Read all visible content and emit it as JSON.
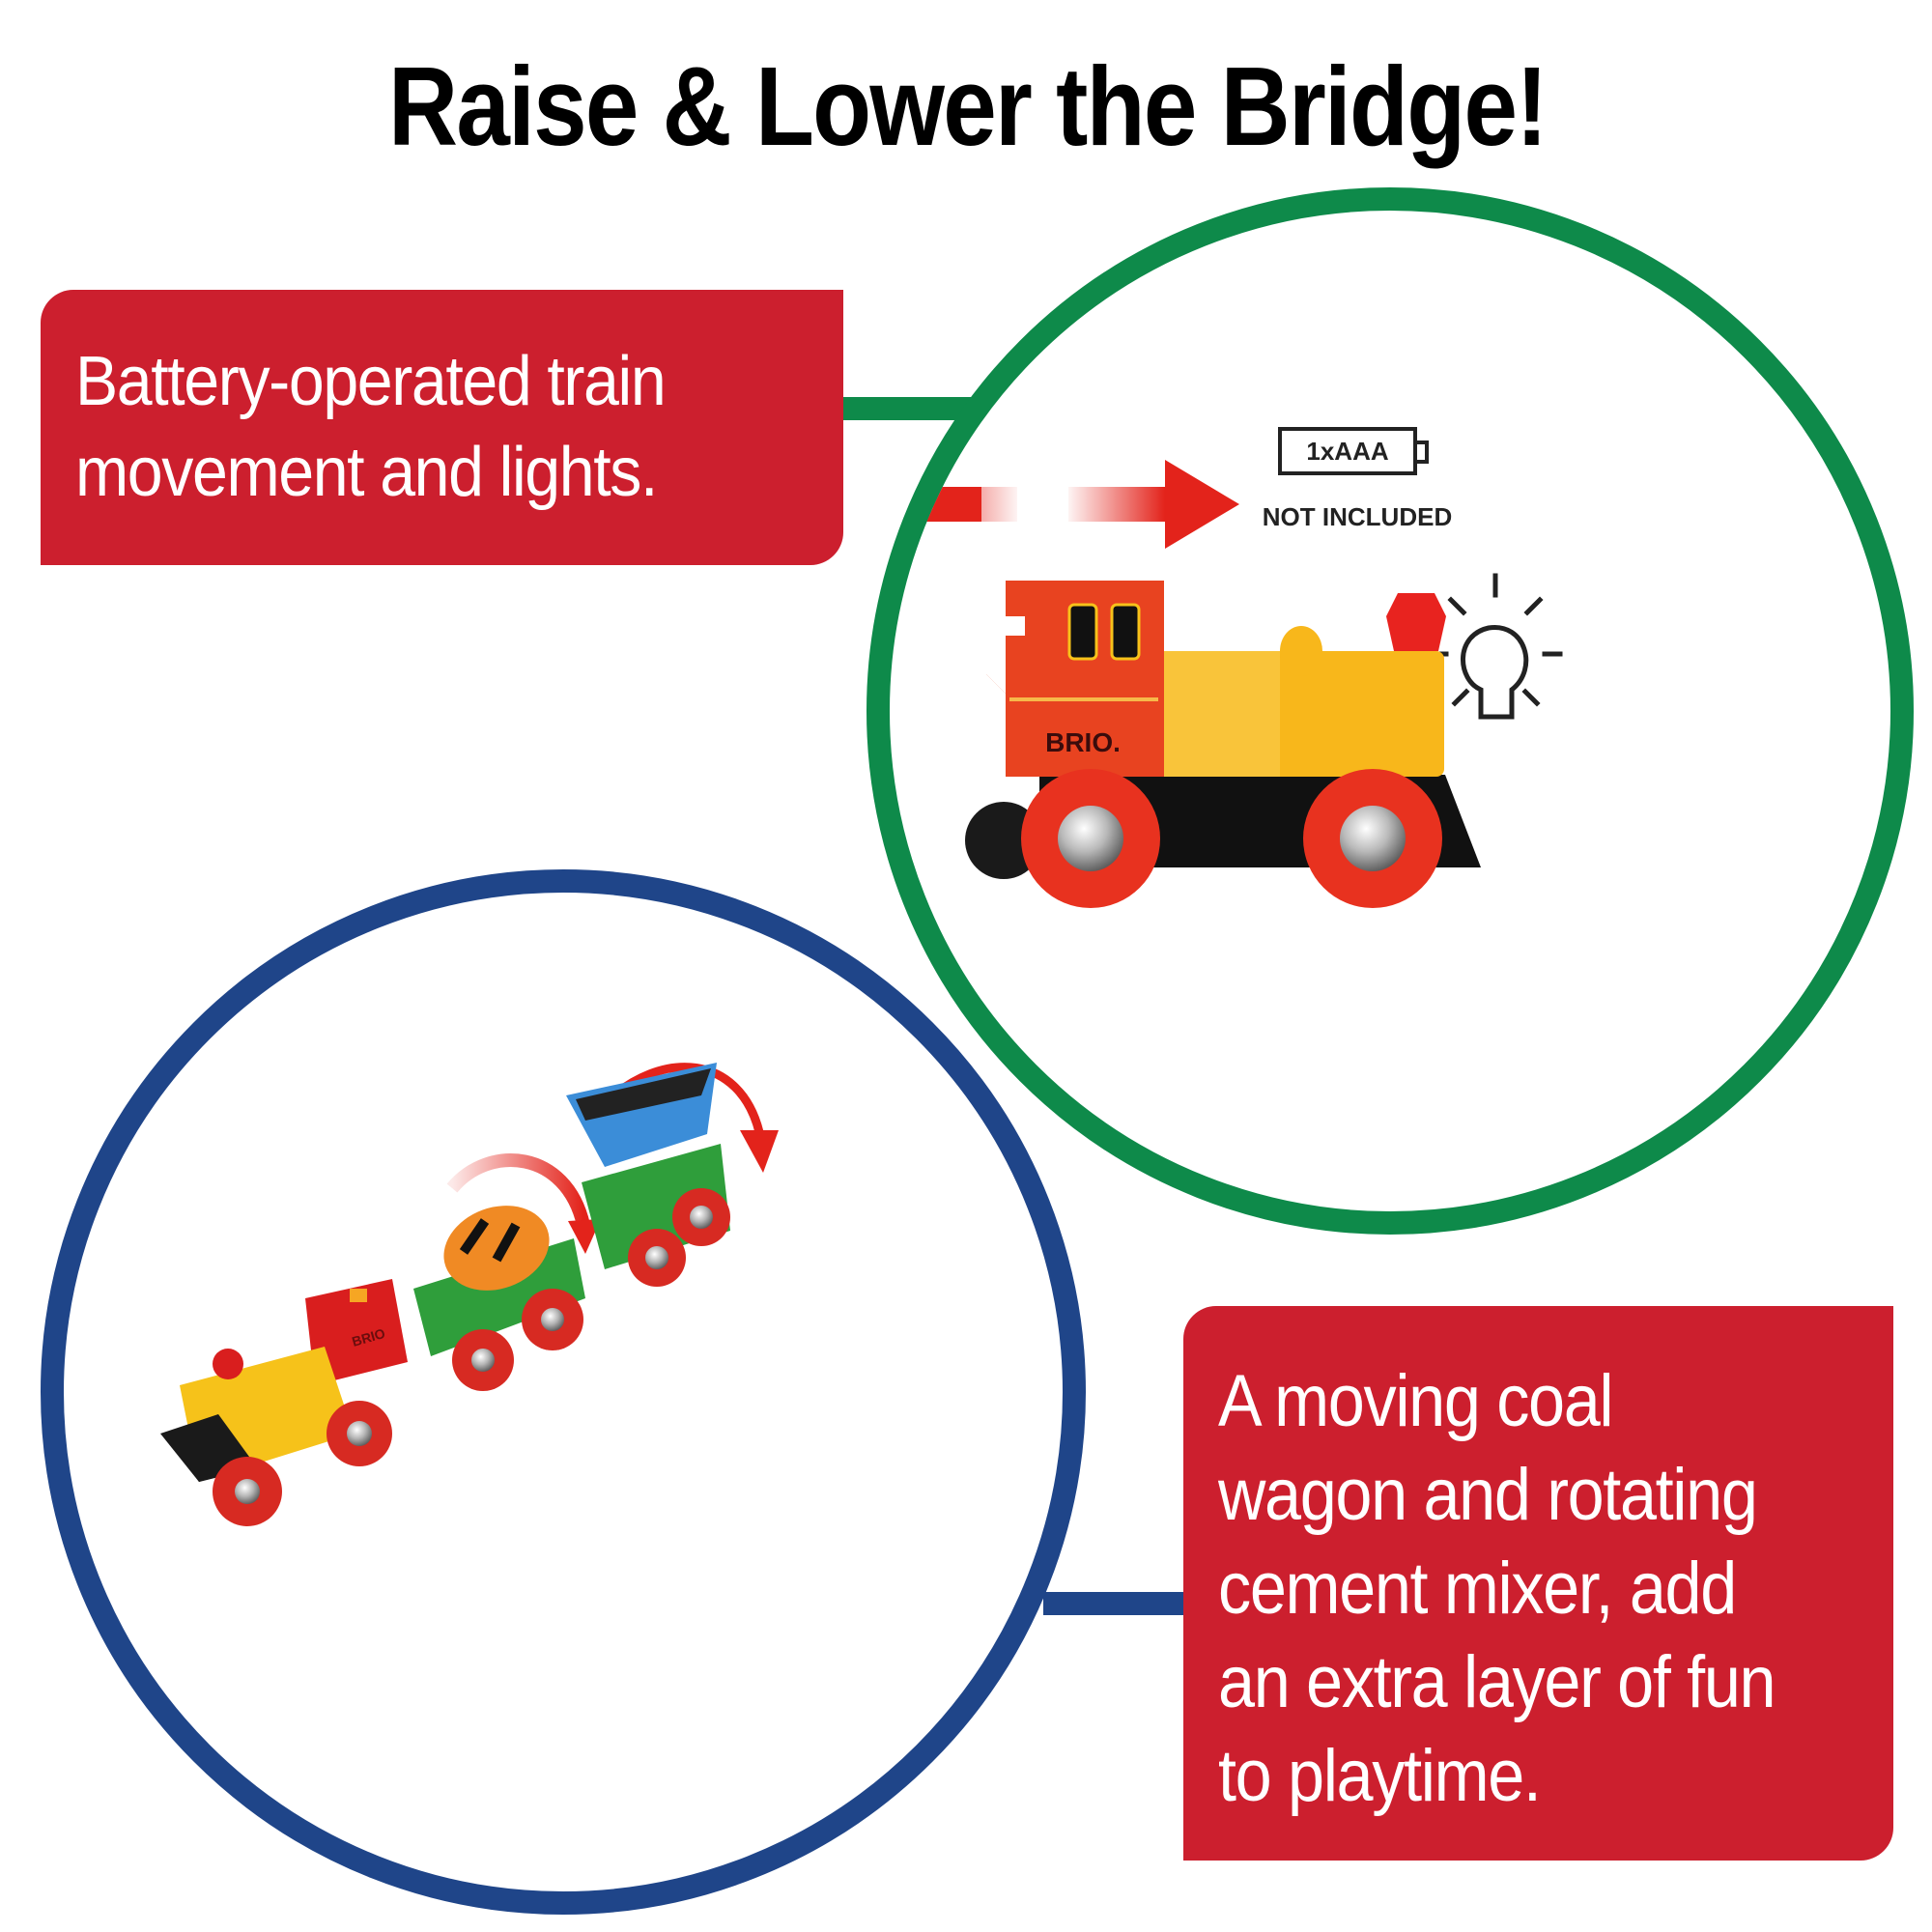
{
  "title": "Raise & Lower the Bridge!",
  "callouts": [
    {
      "text": "Battery-operated train\nmovement and lights."
    },
    {
      "text": "A moving coal\nwagon and rotating\ncement mixer, add\nan extra layer of fun\nto playtime."
    }
  ],
  "locomotive_panel": {
    "battery_label": "1xAAA",
    "battery_note": "NOT INCLUDED",
    "brand_label": "BRIO.",
    "icons": [
      "double-arrow-icon",
      "battery-icon",
      "light-bulb-icon"
    ]
  },
  "train_set_panel": {
    "brand_label": "BRIO",
    "icons": [
      "rotate-arrow-icon",
      "tilt-arrow-icon"
    ]
  },
  "colors": {
    "callout_red": "#CC1F2E",
    "ring_green": "#0E8A4A",
    "ring_blue": "#1F4589",
    "arrow_red": "#E3231B"
  }
}
